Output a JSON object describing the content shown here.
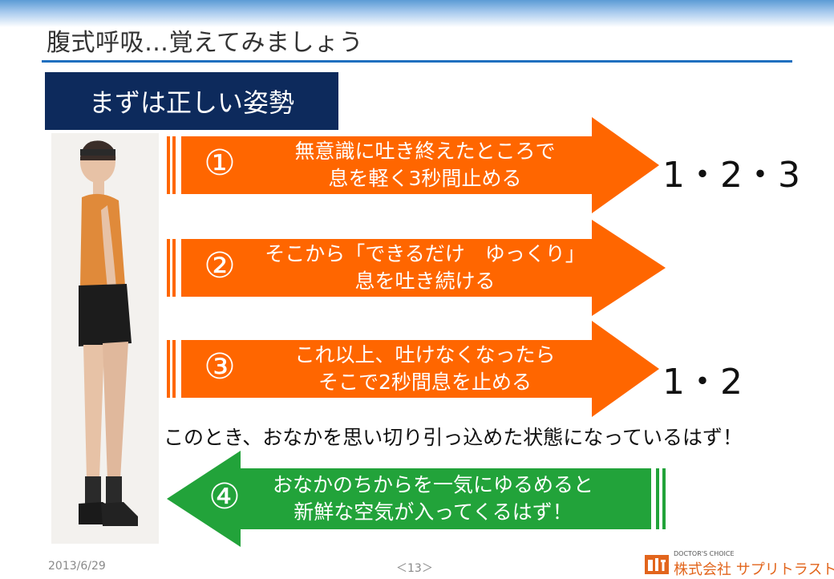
{
  "slide": {
    "title": "腹式呼吸…覚えてみましょう",
    "subtitle": "まずは正しい姿勢"
  },
  "colors": {
    "orange": "#ff6600",
    "green": "#22a33a",
    "navy": "#0d2a5c",
    "rule_blue": "#1f6fbf"
  },
  "steps": [
    {
      "num": "①",
      "line1": "無意識に吐き終えたところで",
      "line2": "息を軽く3秒間止める",
      "count": "1・2・3"
    },
    {
      "num": "②",
      "line1": "そこから「できるだけ　ゆっくり」",
      "line2": "息を吐き続ける",
      "count": ""
    },
    {
      "num": "③",
      "line1": "これ以上、吐けなくなったら",
      "line2": "そこで2秒間息を止める",
      "count": "1・2"
    },
    {
      "num": "④",
      "line1": "おなかのちからを一気にゆるめると",
      "line2": "新鮮な空気が入ってくるはず！",
      "count": ""
    }
  ],
  "note": "このとき、おなかを思い切り引っ込めた状態になっているはず！",
  "footer": {
    "date": "2013/6/29",
    "page": "＜13＞",
    "logo_tagline": "DOCTOR'S CHOICE",
    "company": "株式会社 サプリトラスト"
  },
  "icons": {
    "figure": "person-standing-side-view",
    "logo": "sit-logo-icon"
  }
}
